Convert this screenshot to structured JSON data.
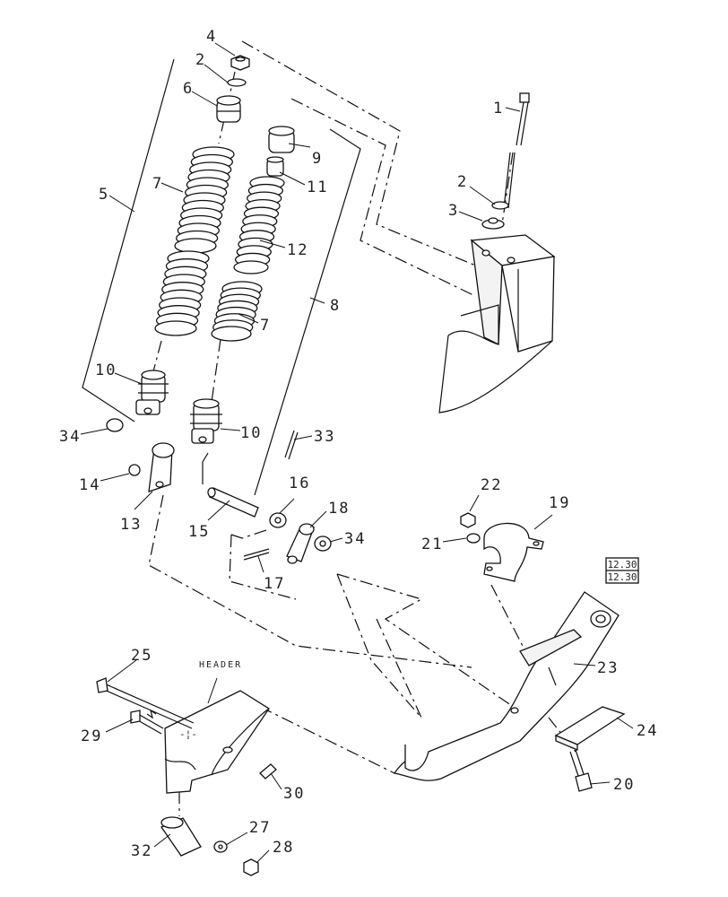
{
  "header_label": "HEADER",
  "ref_box": {
    "line1": "12.30",
    "line2": "12.30"
  },
  "callouts": {
    "c1": "1",
    "c2a": "2",
    "c2b": "2",
    "c3": "3",
    "c4": "4",
    "c5": "5",
    "c6": "6",
    "c7a": "7",
    "c7b": "7",
    "c8": "8",
    "c9": "9",
    "c10a": "10",
    "c10b": "10",
    "c11": "11",
    "c12": "12",
    "c13": "13",
    "c14": "14",
    "c15": "15",
    "c16": "16",
    "c17": "17",
    "c18": "18",
    "c19": "19",
    "c20": "20",
    "c21": "21",
    "c22": "22",
    "c23": "23",
    "c24": "24",
    "c25": "25",
    "c27": "27",
    "c28": "28",
    "c29": "29",
    "c30": "30",
    "c32": "32",
    "c33": "33",
    "c34a": "34",
    "c34b": "34"
  }
}
